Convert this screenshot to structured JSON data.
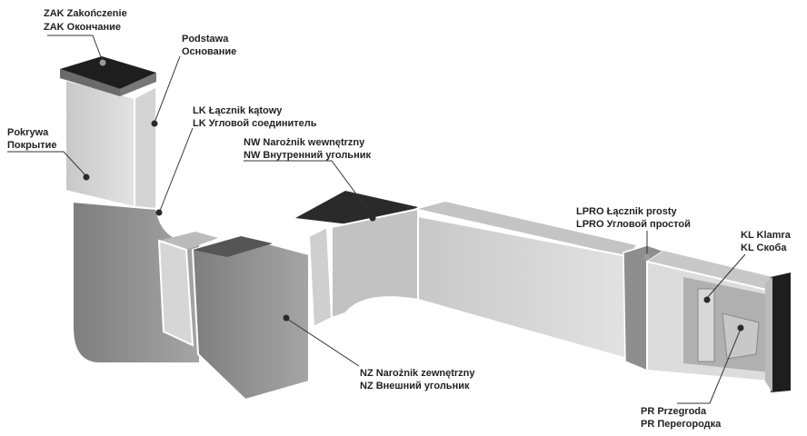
{
  "colors": {
    "light": "#d9d9d9",
    "mid": "#bdbdbd",
    "dark": "#8a8a8a",
    "cap": "#1e1e1e",
    "text": "#222222"
  },
  "labels": {
    "zak": [
      "ZAK Zakończenie",
      "ZAK Окончание"
    ],
    "podstawa": [
      "Podstawa",
      "Основание"
    ],
    "lk": [
      "LK Łącznik kątowy",
      "LK Угловой соединитель"
    ],
    "pokrywa": [
      "Pokrywa",
      "Покрытие"
    ],
    "nw": [
      "NW Narożnik wewnętrzny",
      "NW Внутренний угольник"
    ],
    "lpro": [
      "LPRO Łącznik prosty",
      "LPRO Угловой простой"
    ],
    "kl": [
      "KL Klamra",
      "KL Скоба"
    ],
    "nz": [
      "NZ Narożnik zewnętrzny",
      "NZ Внешний угольник"
    ],
    "pr": [
      "PR Przegroda",
      "PR Перегородка"
    ]
  }
}
